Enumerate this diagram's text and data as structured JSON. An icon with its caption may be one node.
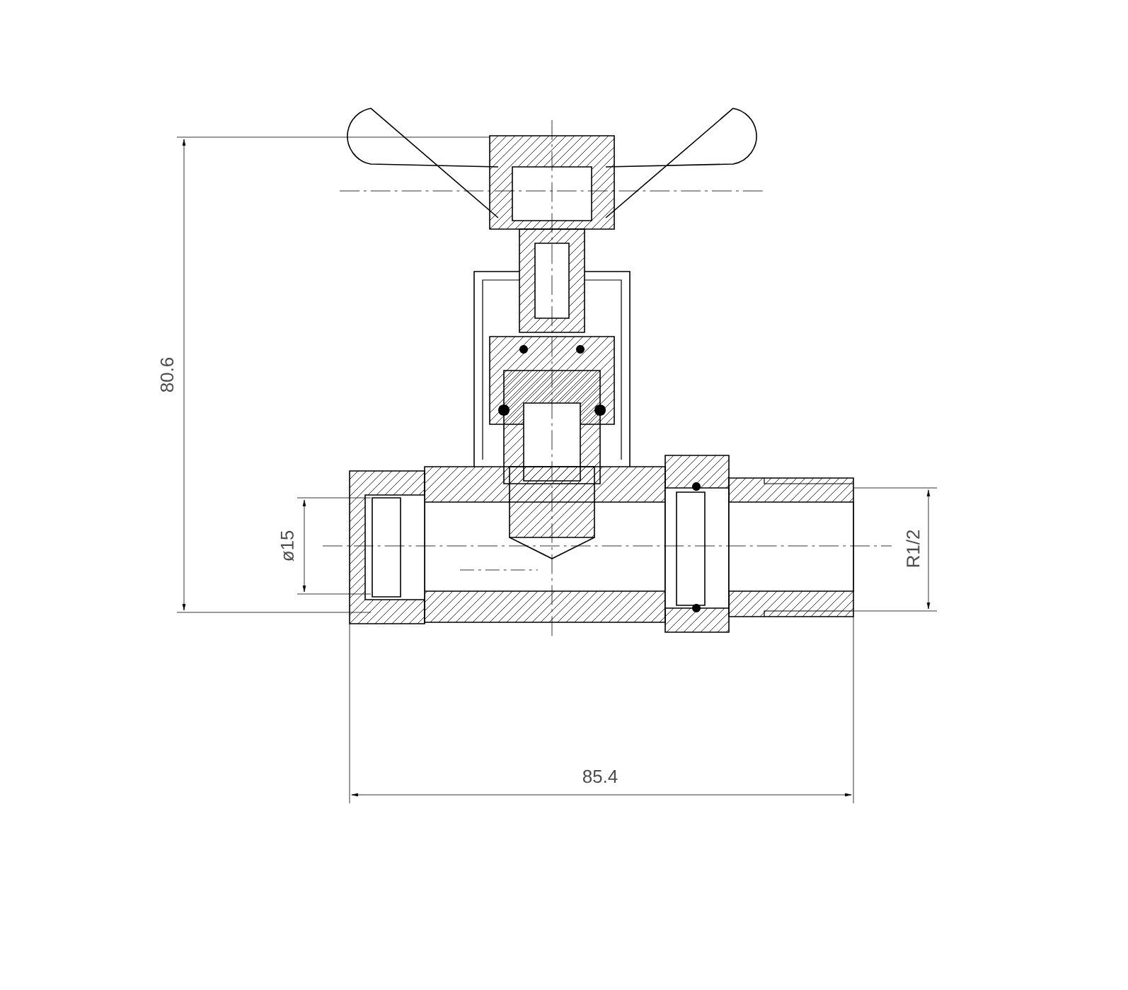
{
  "diagram": {
    "labels": [
      "80.6",
      "ø15",
      "R1/2",
      "85.4"
    ]
  }
}
